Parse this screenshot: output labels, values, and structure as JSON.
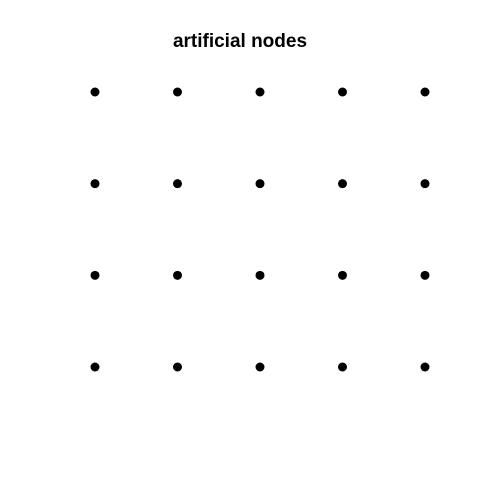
{
  "chart_data": {
    "type": "scatter",
    "title": "artificial nodes",
    "x_values": [
      1,
      2,
      3,
      4,
      5
    ],
    "y_values": [
      1,
      2,
      3,
      4
    ],
    "points": [
      {
        "x": 1,
        "y": 4
      },
      {
        "x": 2,
        "y": 4
      },
      {
        "x": 3,
        "y": 4
      },
      {
        "x": 4,
        "y": 4
      },
      {
        "x": 5,
        "y": 4
      },
      {
        "x": 1,
        "y": 3
      },
      {
        "x": 2,
        "y": 3
      },
      {
        "x": 3,
        "y": 3
      },
      {
        "x": 4,
        "y": 3
      },
      {
        "x": 5,
        "y": 3
      },
      {
        "x": 1,
        "y": 2
      },
      {
        "x": 2,
        "y": 2
      },
      {
        "x": 3,
        "y": 2
      },
      {
        "x": 4,
        "y": 2
      },
      {
        "x": 5,
        "y": 2
      },
      {
        "x": 1,
        "y": 1
      },
      {
        "x": 2,
        "y": 1
      },
      {
        "x": 3,
        "y": 1
      },
      {
        "x": 4,
        "y": 1
      },
      {
        "x": 5,
        "y": 1
      }
    ],
    "xlim": [
      1,
      5
    ],
    "ylim": [
      1,
      4
    ],
    "axes_visible": false,
    "grid": false,
    "point_color": "#000000",
    "background_color": "#ffffff"
  }
}
